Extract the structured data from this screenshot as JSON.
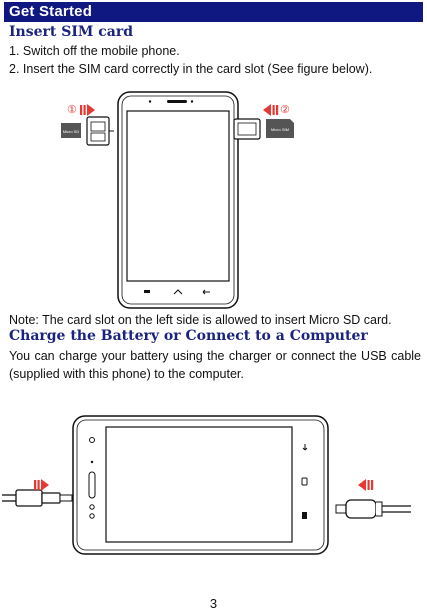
{
  "header": {
    "title": "Get Started"
  },
  "section_sim": {
    "title": "Insert SIM card",
    "steps": [
      "1. Switch off the mobile phone.",
      "2. Insert the SIM card correctly in the card slot (See figure below)."
    ],
    "figure": {
      "left_marker": "①",
      "right_marker": "②",
      "left_card_label": "Micro SD",
      "right_card_label": "Micro SIM"
    },
    "note": "Note: The card slot on the left side is allowed to insert Micro SD card."
  },
  "section_charge": {
    "title": "Charge the Battery or Connect to a Computer",
    "body": "You can charge your battery using the charger or connect the USB cable (supplied with this phone) to the computer."
  },
  "footer": {
    "page_number": "3"
  },
  "colors": {
    "header_bg": "#0f1780",
    "title_color": "#1a237e",
    "arrow_red": "#e53935"
  }
}
